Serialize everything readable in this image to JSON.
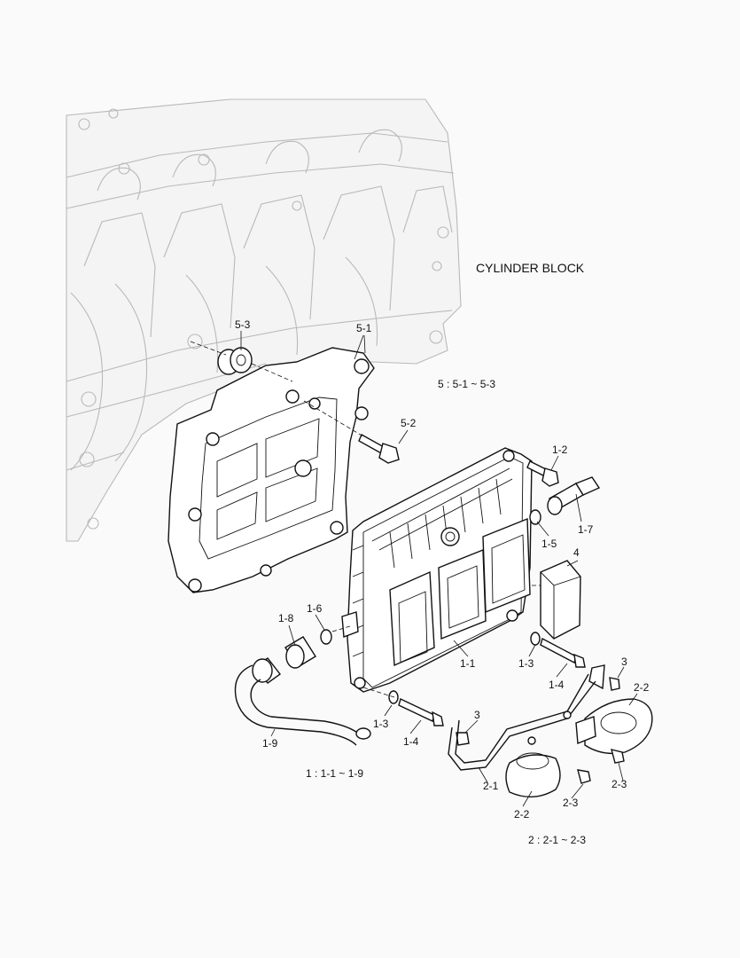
{
  "labels": {
    "cylinder_block": "CYLINDER BLOCK",
    "group5_summary": "5 : 5-1 ~ 5-3",
    "group1_summary": "1 : 1-1 ~ 1-9",
    "group2_summary": "2 : 2-1 ~ 2-3",
    "p5_1": "5-1",
    "p5_2": "5-2",
    "p5_3": "5-3",
    "p1_1": "1-1",
    "p1_2": "1-2",
    "p1_3a": "1-3",
    "p1_3b": "1-3",
    "p1_4a": "1-4",
    "p1_4b": "1-4",
    "p1_5": "1-5",
    "p1_6": "1-6",
    "p1_7": "1-7",
    "p1_8": "1-8",
    "p1_9": "1-9",
    "p2_1": "2-1",
    "p2_2a": "2-2",
    "p2_2b": "2-2",
    "p2_3a": "2-3",
    "p2_3b": "2-3",
    "p3a": "3",
    "p3b": "3",
    "p4": "4"
  }
}
